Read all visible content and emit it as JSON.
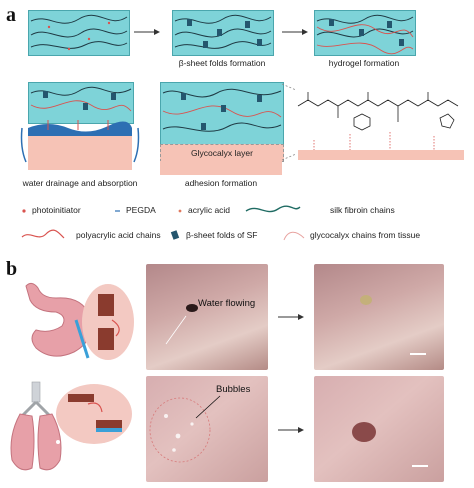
{
  "panel_a": {
    "letter": "a",
    "step1_caption": "",
    "step2_caption": "β-sheet folds formation",
    "step3_caption": "hydrogel formation",
    "step4_caption": "water drainage and absorption",
    "step5_caption": "adhesion formation",
    "glycocalyx_label": "Glycocalyx layer"
  },
  "legend": {
    "photoinitiator": "photoinitiator",
    "pegda": "PEGDA",
    "acrylic_acid": "acrylic acid",
    "silk_fibroin": "silk fibroin chains",
    "polyacrylic": "polyacrylic acid chains",
    "beta_sheet": "β-sheet folds of SF",
    "glycocalyx_chains": "glycocalyx chains from tissue"
  },
  "panel_b": {
    "letter": "b",
    "water_label": "Water flowing",
    "bubbles_label": "Bubbles"
  },
  "colors": {
    "gel": "#7ed3d8",
    "tissue": "#f6c3b6",
    "red_chain": "#d9534f",
    "fold": "#24566e"
  }
}
